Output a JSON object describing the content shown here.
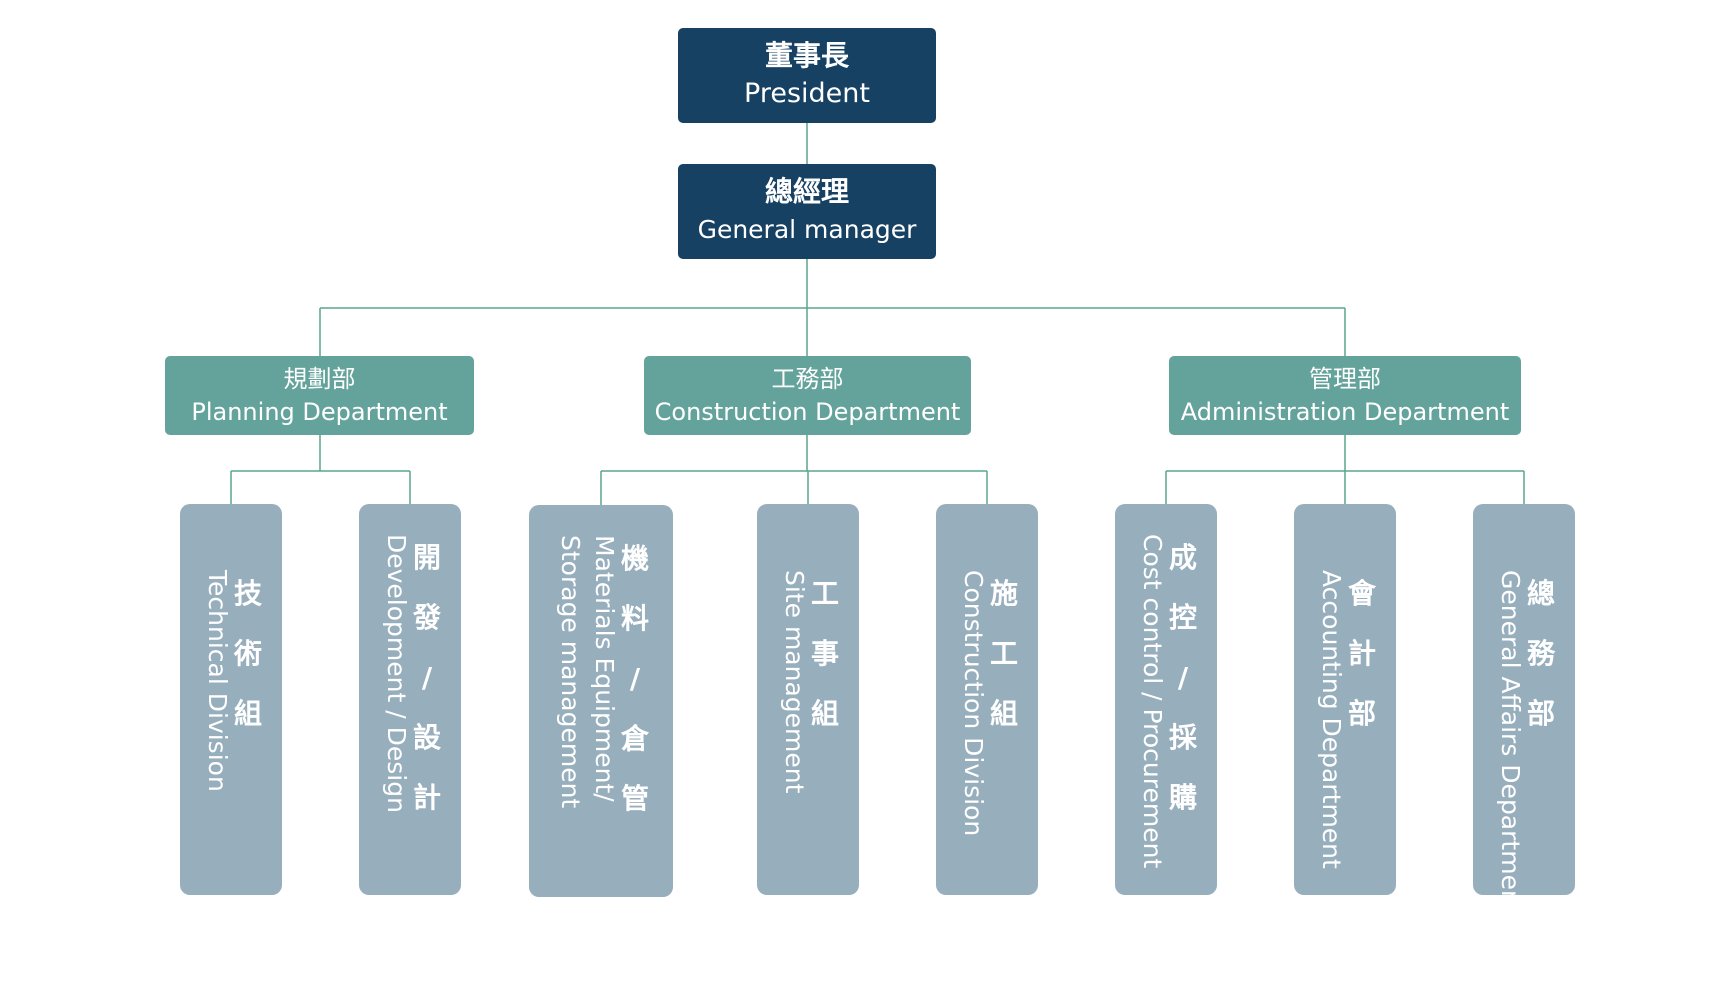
{
  "colors": {
    "top_level": "#164163",
    "department": "#64a39c",
    "division": "#97aebc",
    "connector": "#5aa58f",
    "text": "#ffffff"
  },
  "president": {
    "zh": "董事長",
    "en": "President"
  },
  "general_manager": {
    "zh": "總經理",
    "en": "General manager"
  },
  "departments": [
    {
      "zh": "規劃部",
      "en": "Planning Department"
    },
    {
      "zh": "工務部",
      "en": "Construction Department"
    },
    {
      "zh": "管理部",
      "en": "Administration Department"
    }
  ],
  "divisions": [
    {
      "zh": [
        "技",
        "術",
        "組"
      ],
      "en": [
        "Technical Division"
      ]
    },
    {
      "zh": [
        "開",
        "發",
        "/",
        "設",
        "計"
      ],
      "en": [
        "Development / Design"
      ]
    },
    {
      "zh": [
        "機",
        "料",
        "/",
        "倉",
        "管"
      ],
      "en": [
        "Materials Equipment/",
        "Storage management"
      ]
    },
    {
      "zh": [
        "工",
        "事",
        "組"
      ],
      "en": [
        "Site management"
      ]
    },
    {
      "zh": [
        "施",
        "工",
        "組"
      ],
      "en": [
        "Construction Division"
      ]
    },
    {
      "zh": [
        "成",
        "控",
        "/",
        "採",
        "購"
      ],
      "en": [
        "Cost control / Procurement"
      ]
    },
    {
      "zh": [
        "會",
        "計",
        "部"
      ],
      "en": [
        "Accounting Department"
      ]
    },
    {
      "zh": [
        "總",
        "務",
        "部"
      ],
      "en": [
        "General Affairs Department"
      ]
    }
  ]
}
